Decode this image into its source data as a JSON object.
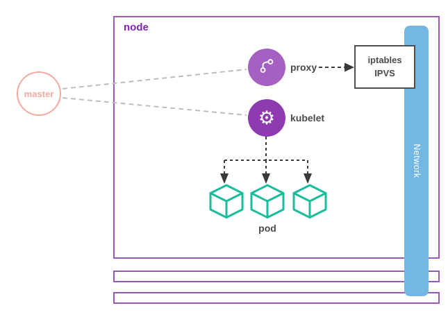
{
  "diagram": {
    "master": {
      "label": "master"
    },
    "node": {
      "label": "node",
      "proxy": {
        "label": "proxy",
        "icon": "branch-icon"
      },
      "kubelet": {
        "label": "kubelet",
        "icon": "gear-icon"
      },
      "iptables_box": {
        "line1": "iptables",
        "line2": "IPVS"
      },
      "pods": {
        "label": "pod",
        "count": 3,
        "icon": "cube-icon"
      },
      "network": {
        "label": "Network"
      },
      "extra_node_strips": 2
    }
  },
  "icons": {
    "gear_glyph": "⚙"
  },
  "colors": {
    "purple_border": "#9b59b6",
    "node_label": "#8224b2",
    "proxy_circle": "#a560c2",
    "kubelet_circle": "#8e3bb0",
    "master_pink": "#f5a8a2",
    "pod_teal": "#1abc9c",
    "network_blue": "#74b7e2",
    "text_dark": "#4a4a4a",
    "connector_gray": "#bdbdbd",
    "connector_dark": "#3a3a3a"
  }
}
